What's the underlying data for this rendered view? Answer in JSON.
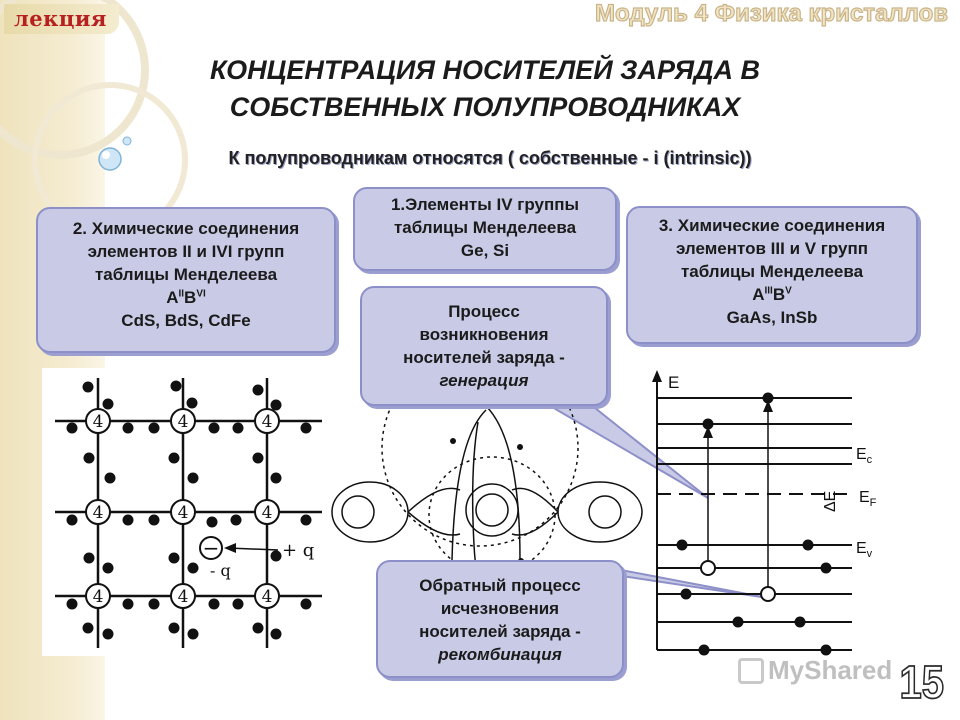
{
  "header": {
    "lecture_tag": "лекция",
    "module_title": "Модуль 4 Физика кристаллов"
  },
  "title": {
    "line1": "КОНЦЕНТРАЦИЯ НОСИТЕЛЕЙ ЗАРЯДА В",
    "line2": "СОБСТВЕННЫХ ПОЛУПРОВОДНИКАХ"
  },
  "subtitle": "К полупроводникам относятся ( собственные  - i  (intrinsic))",
  "boxes": {
    "group4": {
      "line1": "1.Элементы IV группы",
      "line2": "таблицы Менделеева",
      "line3": "Ge, Si"
    },
    "group2_6": {
      "line1": "2. Химические соединения",
      "line2": "элементов  II  и IVI групп",
      "line3": "таблицы Менделеева",
      "formula_a": "A",
      "formula_a_sup": "II",
      "formula_b": "B",
      "formula_b_sup": "VI",
      "examples": "CdS, BdS, CdFe"
    },
    "group3_5": {
      "line1": "3. Химические соединения",
      "line2": "элементов  III  и V  групп",
      "line3": "таблицы Менделеева",
      "formula_a": "A",
      "formula_a_sup": "III",
      "formula_b": "B",
      "formula_b_sup": "V",
      "examples": "GaAs, InSb"
    },
    "generation": {
      "line1": "Процесс",
      "line2": "возникновения",
      "line3": "носителей заряда  -",
      "line4": "генерация"
    },
    "recombination": {
      "line1": "Обратный процесс",
      "line2": "исчезновения",
      "line3": "носителей заряда  -",
      "line4": "рекомбинация"
    }
  },
  "lattice": {
    "atom_label": "4",
    "hole_symbol": "−",
    "plus_q": "+ q",
    "minus_q": "- q"
  },
  "band_diagram": {
    "energy_axis": "E",
    "ec_main": "E",
    "ec_sub": "c",
    "ef_main": "E",
    "ef_sub": "F",
    "ev_main": "E",
    "ev_sub": "v",
    "gap_label": "ΔE"
  },
  "watermark": "MyShared",
  "slide_number": "15",
  "colors": {
    "box_fill": "#c9cbe6",
    "box_border": "#8d90c8",
    "lecture_red": "#b6201f"
  }
}
